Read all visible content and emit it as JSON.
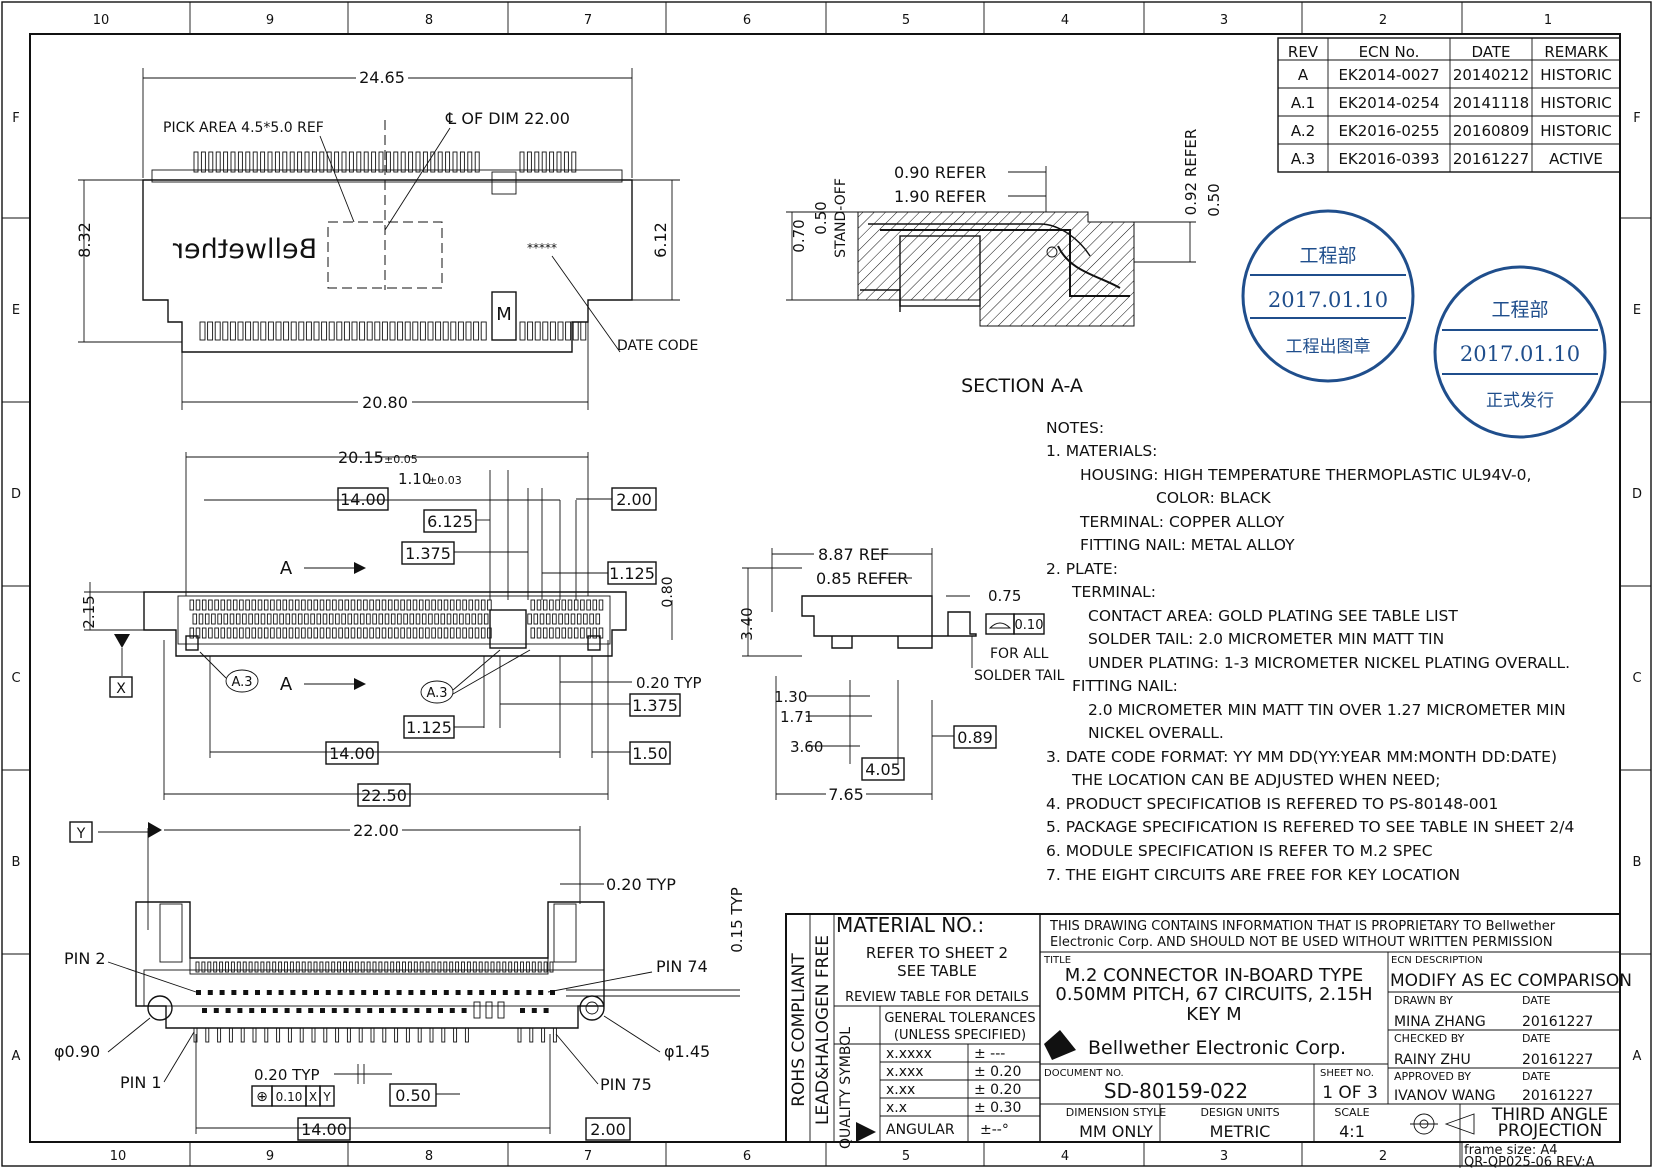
{
  "border": {
    "cols_top": [
      "10",
      "9",
      "8",
      "7",
      "6",
      "5",
      "4",
      "3",
      "2",
      "1"
    ],
    "cols_bottom": [
      "10",
      "9",
      "8",
      "7",
      "6",
      "5",
      "4",
      "3",
      "2",
      "1"
    ],
    "rows": [
      "F",
      "E",
      "D",
      "C",
      "B",
      "A"
    ]
  },
  "revisions": {
    "headers": [
      "REV",
      "ECN No.",
      "DATE",
      "REMARK"
    ],
    "rows": [
      [
        "A",
        "EK2014-0027",
        "20140212",
        "HISTORIC"
      ],
      [
        "A.1",
        "EK2014-0254",
        "20141118",
        "HISTORIC"
      ],
      [
        "A.2",
        "EK2016-0255",
        "20160809",
        "HISTORIC"
      ],
      [
        "A.3",
        "EK2016-0393",
        "20161227",
        "ACTIVE"
      ]
    ]
  },
  "stamps": [
    {
      "dept": "工程部",
      "date": "2017.01.10",
      "label": "工程出图章"
    },
    {
      "dept": "工程部",
      "date": "2017.01.10",
      "label": "正式发行"
    }
  ],
  "top_view": {
    "brand": "Bellwether",
    "dim_width": "24.65",
    "dim_height": "8.32",
    "dim_inner": "6.12",
    "dim_bottom": "20.80",
    "pick_area": "PICK AREA 4.5*5.0 REF",
    "center_dim": "℄ OF DIM 22.00",
    "date_code_mark": "*****",
    "date_code_label": "DATE CODE",
    "key": "M"
  },
  "section": {
    "title": "SECTION A-A",
    "d090": "0.90 REFER",
    "d190": "1.90 REFER",
    "d070": "0.70",
    "d050": "0.50",
    "standoff": "STAND-OFF",
    "d092": "0.92 REFER",
    "d050b": "0.50"
  },
  "front_view": {
    "d2015": "20.15",
    "tol005": "±0.05",
    "d110": "1.10",
    "tol003": "±0.03",
    "d1400a": "14.00",
    "d6125": "6.125",
    "d200": "2.00",
    "d1375a": "1.375",
    "d1125a": "1.125",
    "labelA1": "A",
    "labelA2": "A",
    "d215": "2.15",
    "d080": "0.80",
    "datumX": "X",
    "rev1": "A.3",
    "rev2": "A.3",
    "d020typ": "0.20 TYP",
    "d1375b": "1.375",
    "d1125b": "1.125",
    "d1400b": "14.00",
    "d150": "1.50",
    "d2250": "22.50"
  },
  "side_view": {
    "d887": "8.87 REF",
    "d085": "0.85 REFER",
    "d075": "0.75",
    "d340": "3.40",
    "flat": "0.10",
    "forall": "FOR ALL",
    "soldertail": "SOLDER TAIL",
    "d130": "1.30",
    "d171": "1.71",
    "d360": "3.60",
    "d089": "0.89",
    "d405": "4.05",
    "d765": "7.65"
  },
  "bottom_view": {
    "datumY": "Y",
    "d2200": "22.00",
    "d020typ": "0.20 TYP",
    "d015typ": "0.15 TYP",
    "pin2": "PIN 2",
    "pin74": "PIN 74",
    "pin1": "PIN 1",
    "pin75": "PIN 75",
    "d090": "φ0.90",
    "d145": "φ1.45",
    "d020typ2": "0.20 TYP",
    "pos_sym": "⊕",
    "pos_tol": "0.10",
    "pos_x": "X",
    "pos_y": "Y",
    "d050": "0.50",
    "d1400": "14.00",
    "d200": "2.00"
  },
  "notes": [
    "NOTES:",
    "1. MATERIALS:",
    "HOUSING: HIGH TEMPERATURE THERMOPLASTIC UL94V-0,",
    "COLOR: BLACK",
    "TERMINAL: COPPER ALLOY",
    "FITTING NAIL: METAL ALLOY",
    "2. PLATE:",
    "TERMINAL:",
    "CONTACT AREA: GOLD PLATING SEE TABLE LIST",
    "SOLDER TAIL: 2.0 MICROMETER MIN MATT TIN",
    "UNDER PLATING: 1-3 MICROMETER NICKEL PLATING OVERALL.",
    "FITTING NAIL:",
    "2.0 MICROMETER MIN MATT TIN OVER 1.27 MICROMETER MIN",
    "NICKEL OVERALL.",
    "3. DATE CODE FORMAT: YY MM DD(YY:YEAR MM:MONTH DD:DATE)",
    "THE LOCATION CAN BE ADJUSTED WHEN NEED;",
    "4. PRODUCT SPECIFICATIOB IS REFERED TO PS-80148-001",
    "5. PACKAGE SPECIFICATION IS REFERED TO SEE TABLE IN SHEET 2/4",
    "6. MODULE SPECIFICATION IS REFER TO M.2 SPEC",
    "7. THE EIGHT CIRCUITS ARE FREE FOR KEY LOCATION"
  ],
  "title_block": {
    "rohs": "ROHS COMPLIANT",
    "lead": "LEAD&HALOGEN FREE",
    "quality": "QUALITY SYMBOL",
    "material_no": "MATERIAL NO.:",
    "refer": "REFER TO SHEET 2",
    "see_table": "SEE TABLE",
    "review": "REVIEW TABLE FOR DETAILS",
    "gen_tol": "GENERAL TOLERANCES",
    "unless": "(UNLESS SPECIFIED)",
    "tolerances": [
      [
        "x.xxxx",
        "± ---"
      ],
      [
        "x.xxx",
        "± 0.20"
      ],
      [
        "x.xx",
        "± 0.20"
      ],
      [
        "x.x",
        "± 0.30"
      ],
      [
        "ANGULAR",
        "±--°"
      ]
    ],
    "proprietary1": "THIS DRAWING CONTAINS INFORMATION THAT IS PROPRIETARY TO Bellwether",
    "proprietary2": "Electronic Corp. AND SHOULD NOT BE USED WITHOUT WRITTEN PERMISSION",
    "title_label": "TITLE",
    "title1": "M.2 CONNECTOR IN-BOARD TYPE",
    "title2": "0.50MM PITCH, 67 CIRCUITS, 2.15H",
    "title3": "KEY M",
    "ecn_label": "ECN DESCRIPTION",
    "ecn_desc": "MODIFY AS EC COMPARISON",
    "drawn_label": "DRAWN BY",
    "drawn_by": "MINA ZHANG",
    "drawn_date": "20161227",
    "checked_label": "CHECKED BY",
    "checked_by": "RAINY ZHU",
    "checked_date": "20161227",
    "approved_label": "APPROVED BY",
    "approved_by": "IVANOV WANG",
    "approved_date": "20161227",
    "date_label": "DATE",
    "company": "Bellwether Electronic Corp.",
    "doc_label": "DOCUMENT NO.",
    "doc_no": "SD-80159-022",
    "sheet_label": "SHEET NO.",
    "sheet_no": "1 OF 3",
    "dim_style_label": "DIMENSION STYLE",
    "dim_style": "MM ONLY",
    "units_label": "DESIGN UNITS",
    "units": "METRIC",
    "scale_label": "SCALE",
    "scale": "4:1",
    "projection1": "THIRD ANGLE",
    "projection2": "PROJECTION",
    "frame": "frame size: A4",
    "form_no": "QR-QP025-06 REV:A"
  }
}
